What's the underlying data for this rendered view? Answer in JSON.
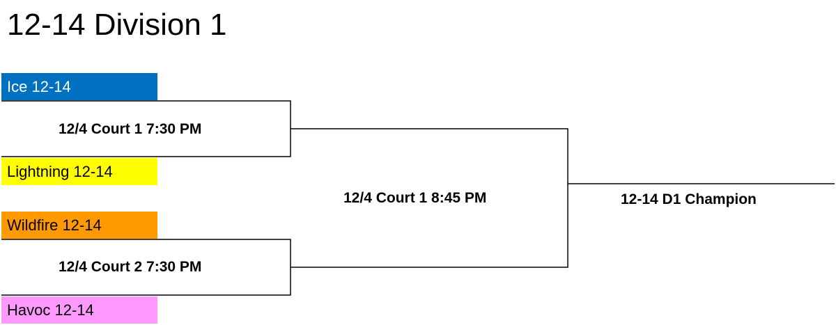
{
  "title": "12-14 Division 1",
  "teams": [
    {
      "name": "Ice 12-14",
      "color": "#0070C0"
    },
    {
      "name": "Lightning 12-14",
      "color": "#FFFF00"
    },
    {
      "name": "Wildfire 12-14",
      "color": "#FF9900"
    },
    {
      "name": "Havoc 12-14",
      "color": "#FF99FF"
    }
  ],
  "games": [
    {
      "label": "12/4 Court 1 7:30 PM"
    },
    {
      "label": "12/4 Court 2 7:30 PM"
    },
    {
      "label": "12/4 Court 1 8:45 PM"
    }
  ],
  "champion": "12-14 D1 Champion"
}
